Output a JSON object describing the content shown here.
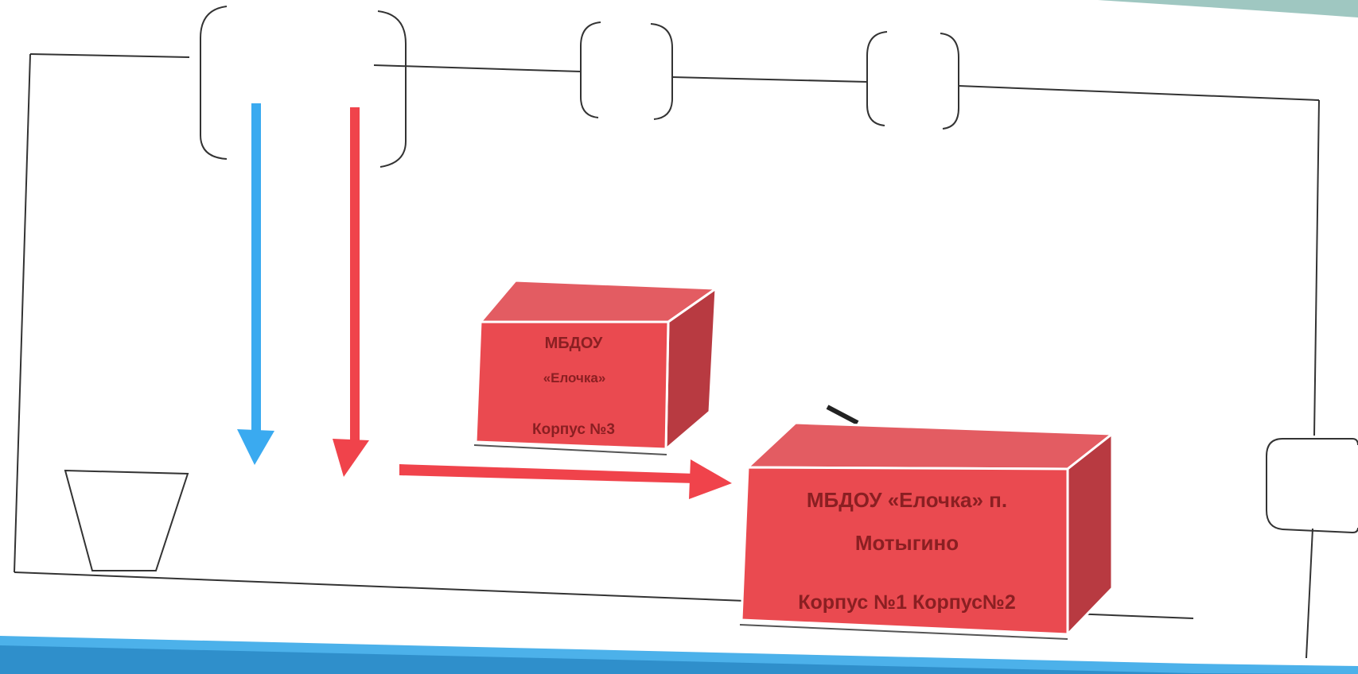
{
  "buildings": {
    "korpus3": {
      "line1": "МБДОУ",
      "line2": "«Елочка»",
      "line3": "Корпус №3"
    },
    "main": {
      "line1": "МБДОУ «Елочка» п.",
      "line2": "Мотыгино",
      "line3": "Корпус №1 Корпус№2"
    }
  },
  "colors": {
    "red_arrow": "#f0434b",
    "blue_arrow": "#3aaaf0",
    "box_front": "#ea4a50",
    "box_top": "#e35c62",
    "box_side": "#b83a41",
    "box_text": "#8a1f22",
    "outline": "#333333",
    "bottom_band": "#4cb1ea"
  }
}
